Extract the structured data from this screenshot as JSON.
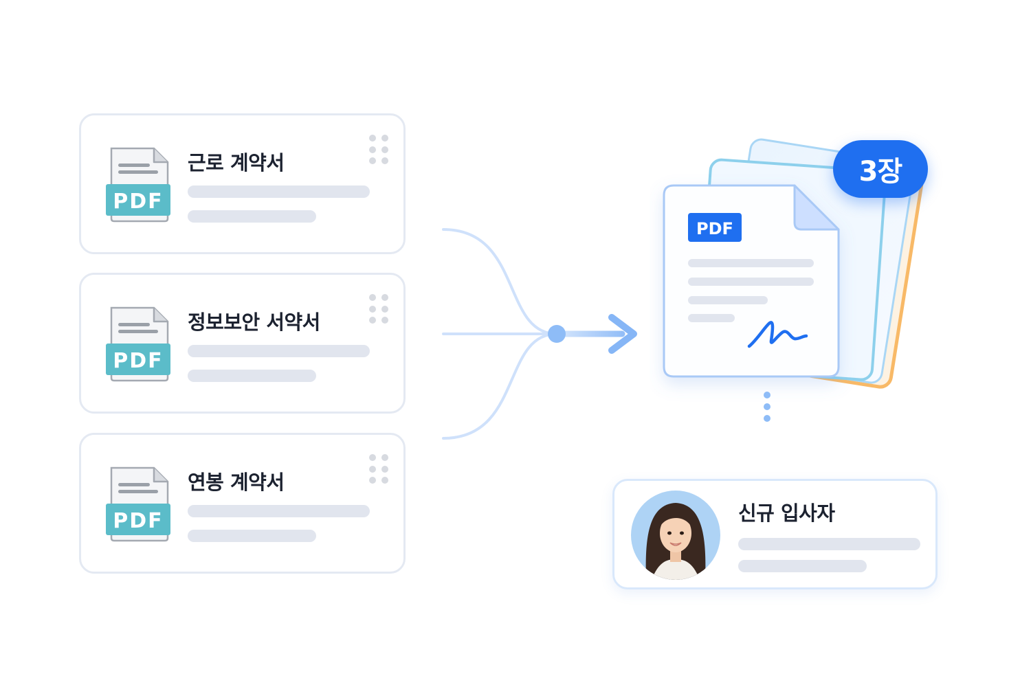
{
  "documents": [
    {
      "title": "근로 계약서",
      "badge": "PDF",
      "icon": "pdf-file-icon"
    },
    {
      "title": "정보보안 서약서",
      "badge": "PDF",
      "icon": "pdf-file-icon"
    },
    {
      "title": "연봉 계약서",
      "badge": "PDF",
      "icon": "pdf-file-icon"
    }
  ],
  "merged": {
    "badge": "PDF",
    "count_label": "3장",
    "icon": "signed-pdf-stack-icon"
  },
  "recipient": {
    "title": "신규 입사자",
    "icon": "avatar"
  },
  "colors": {
    "accent_blue": "#1f6ff0",
    "pdf_teal": "#5bbcc9",
    "flow_blue": "#8fbcf7",
    "stack_orange": "#f8b967",
    "skeleton_gray": "#e1e5ee"
  }
}
